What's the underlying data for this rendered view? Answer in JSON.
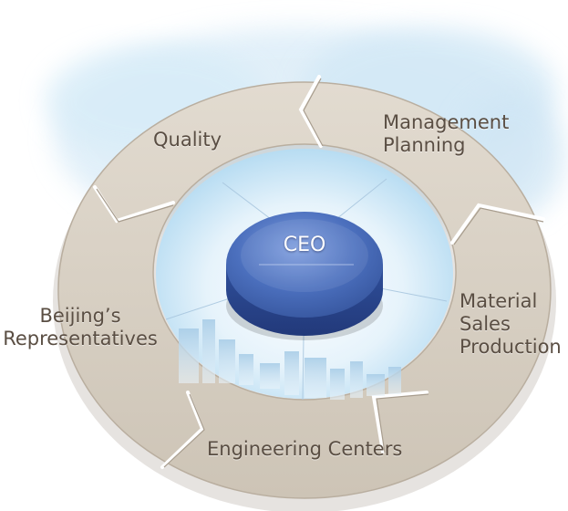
{
  "center": {
    "label": "CEO"
  },
  "segments": {
    "quality": {
      "label": "Quality"
    },
    "management_planning": {
      "lines": [
        "Management",
        "Planning"
      ]
    },
    "material_sales_production": {
      "lines": [
        "Material",
        "Sales",
        "Production"
      ]
    },
    "engineering_centers": {
      "label": "Engineering Centers"
    },
    "beijing_representatives": {
      "lines": [
        "Beijing’s",
        "Representatives"
      ]
    }
  },
  "colors": {
    "ring": "#d8d0c4",
    "ring_edge": "#b9ae9f",
    "ceo_disc": "#4a6db8",
    "label_text": "#5a4e43",
    "sky": "#cfe6f5"
  }
}
